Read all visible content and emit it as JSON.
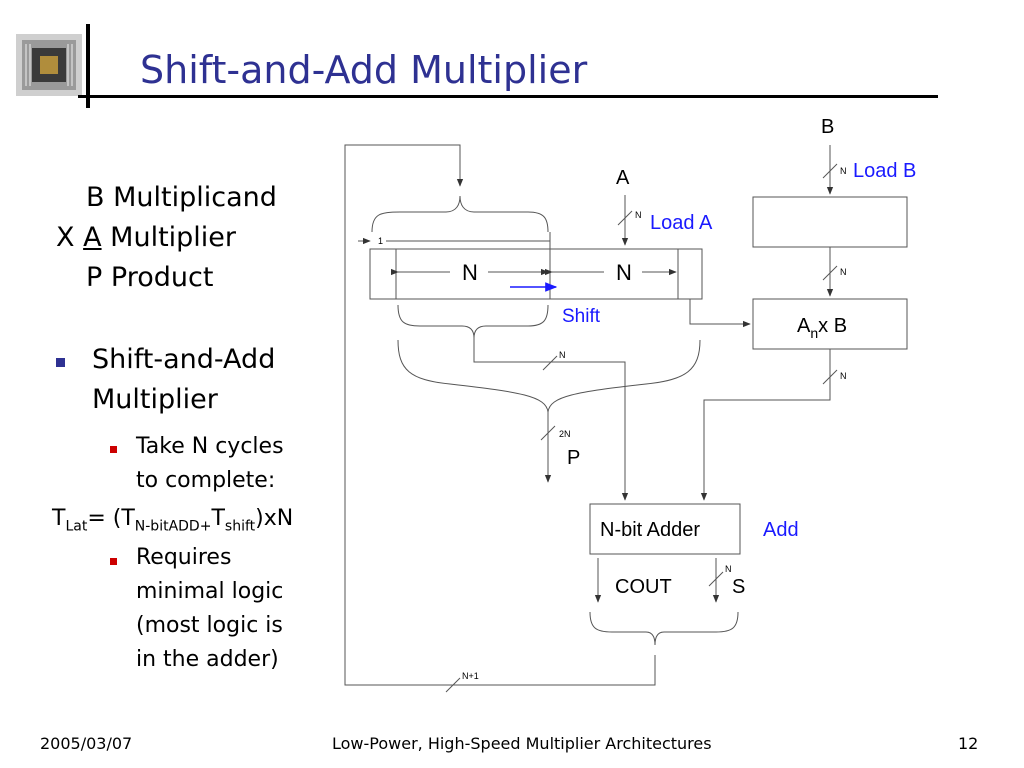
{
  "slide": {
    "title": "Shift-and-Add Multiplier"
  },
  "notation": {
    "line1": {
      "prefix": "",
      "letter": "B",
      "word": "Multiplicand"
    },
    "line2": {
      "prefix": "X",
      "letter": "A",
      "word": "Multiplier"
    },
    "line3": {
      "prefix": "",
      "letter": "P",
      "word": "Product"
    }
  },
  "bullets": {
    "main": {
      "line1": "Shift-and-Add",
      "line2": "Multiplier"
    },
    "sub1": {
      "line1": "Take N cycles",
      "line2": "to complete:"
    },
    "formula": {
      "t": "T",
      "sub_lat": "Lat",
      "eq": "= (T",
      "sub_add": "N-bitADD+",
      "t2": "T",
      "sub_shift": "shift",
      "tail": ")xN"
    },
    "sub2": {
      "lines": [
        "Requires",
        "minimal logic",
        "(most logic is",
        "in the adder)"
      ]
    }
  },
  "diagram": {
    "label_B": "B",
    "label_A": "A",
    "label_load_B": "Load B",
    "label_load_A": "Load A",
    "bus_N": "N",
    "bus_1": "1",
    "bus_2N": "2N",
    "bus_N1": "N+1",
    "reg_left": "N",
    "reg_right": "N",
    "shift": "Shift",
    "anxb_a": "A",
    "anxb_n": "n",
    "anxb_rest": "x B",
    "product": "P",
    "adder": "N-bit Adder",
    "add": "Add",
    "cout": "COUT",
    "sum": "S"
  },
  "footer": {
    "date": "2005/03/07",
    "center": "Low-Power, High-Speed Multiplier Architectures",
    "page": "12"
  },
  "colors": {
    "title": "#2e3192",
    "control_labels": "#1a1aff",
    "bullet_main": "#2e3192",
    "bullet_sub": "#cc0000",
    "lines": "#555555"
  }
}
